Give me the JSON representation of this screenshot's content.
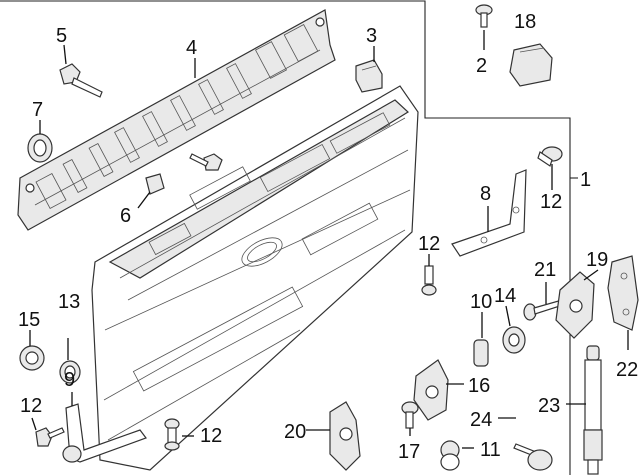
{
  "callouts": [
    {
      "id": "c1",
      "label": "1"
    },
    {
      "id": "c2",
      "label": "2"
    },
    {
      "id": "c3",
      "label": "3"
    },
    {
      "id": "c4",
      "label": "4"
    },
    {
      "id": "c5",
      "label": "5"
    },
    {
      "id": "c6",
      "label": "6"
    },
    {
      "id": "c7",
      "label": "7"
    },
    {
      "id": "c8",
      "label": "8"
    },
    {
      "id": "c9",
      "label": "9"
    },
    {
      "id": "c10",
      "label": "10"
    },
    {
      "id": "c11",
      "label": "11"
    },
    {
      "id": "c12a",
      "label": "12"
    },
    {
      "id": "c12b",
      "label": "12"
    },
    {
      "id": "c12c",
      "label": "12"
    },
    {
      "id": "c12d",
      "label": "12"
    },
    {
      "id": "c13",
      "label": "13"
    },
    {
      "id": "c14",
      "label": "14"
    },
    {
      "id": "c15",
      "label": "15"
    },
    {
      "id": "c16",
      "label": "16"
    },
    {
      "id": "c17",
      "label": "17"
    },
    {
      "id": "c18",
      "label": "18"
    },
    {
      "id": "c19",
      "label": "19"
    },
    {
      "id": "c20",
      "label": "20"
    },
    {
      "id": "c21",
      "label": "21"
    },
    {
      "id": "c22",
      "label": "22"
    },
    {
      "id": "c23",
      "label": "23"
    },
    {
      "id": "c24",
      "label": "24"
    }
  ],
  "colors": {
    "ink": "#222222",
    "fill": "#ffffff",
    "shade": "#e9e9e9"
  }
}
